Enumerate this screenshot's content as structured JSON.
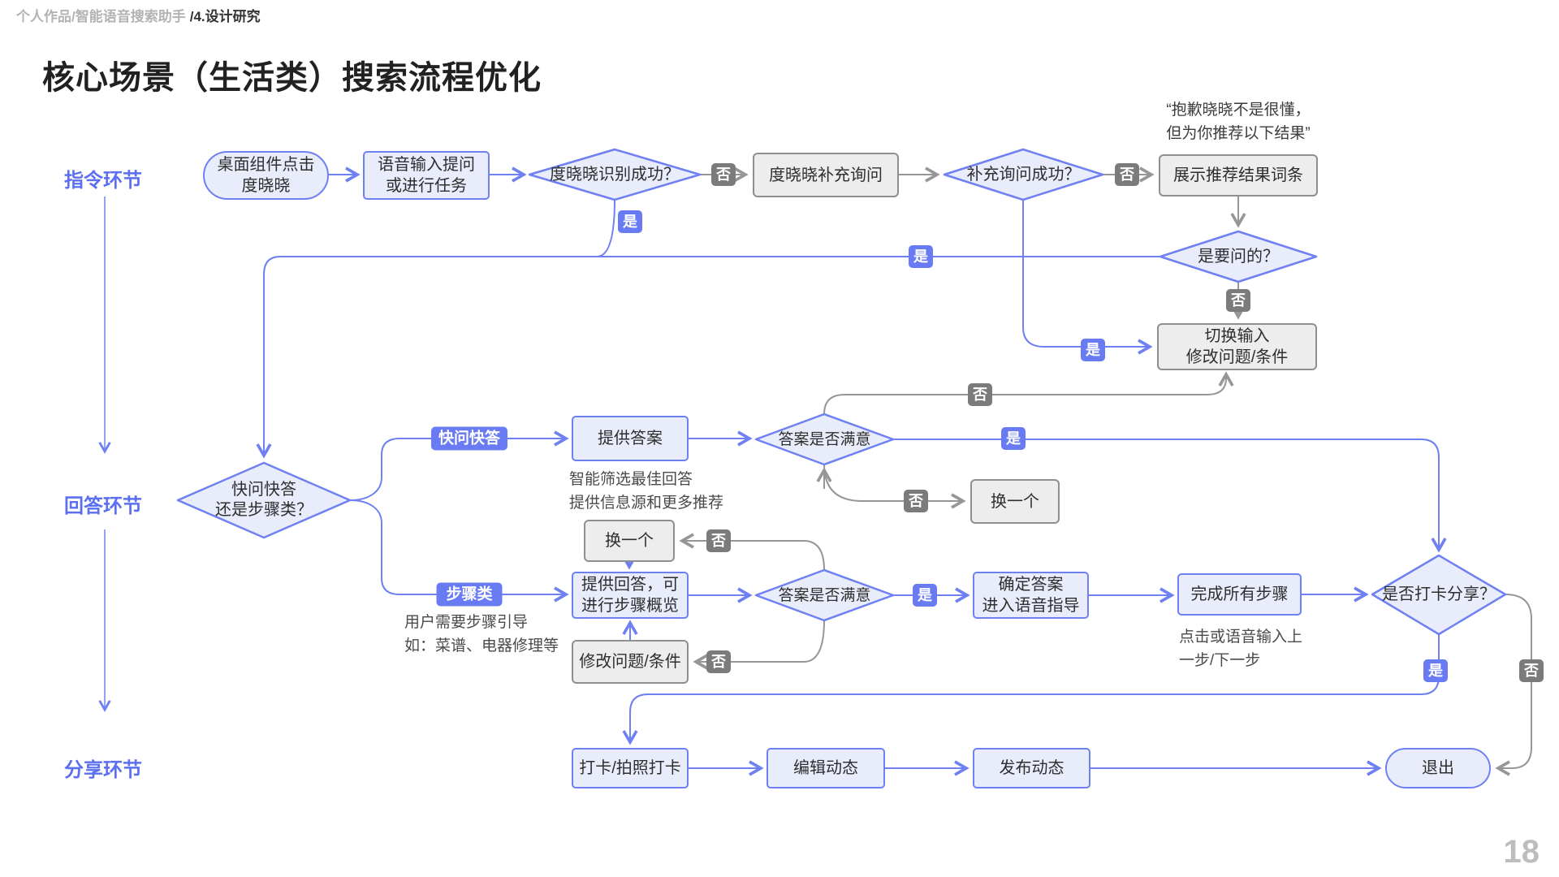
{
  "breadcrumb": {
    "muted": "个人作品/智能语音搜索助手",
    "current": "/4.设计研究"
  },
  "title": "核心场景（生活类）搜索流程优化",
  "page_number": "18",
  "stages": {
    "s1": "指令环节",
    "s2": "回答环节",
    "s3": "分享环节"
  },
  "labels": {
    "yes": "是",
    "no": "否",
    "fast": "快问快答",
    "step": "步骤类"
  },
  "nodes": {
    "start": {
      "lines": [
        "桌面组件点击",
        "度晓晓"
      ]
    },
    "voice_input": {
      "lines": [
        "语音输入提问",
        "或进行任务"
      ]
    },
    "d_recognize": {
      "label": "度晓晓识别成功？"
    },
    "supplement": {
      "label": "度晓晓补充询问"
    },
    "d_supplement": {
      "label": "补充询问成功？"
    },
    "show_results": {
      "label": "展示推荐结果词条"
    },
    "d_intended": {
      "label": "是要问的？"
    },
    "switch_input": {
      "lines": [
        "切换输入",
        "修改问题/条件"
      ]
    },
    "d_type": {
      "lines": [
        "快问快答",
        "还是步骤类？"
      ]
    },
    "provide_answer": {
      "label": "提供答案"
    },
    "d_satisfy1": {
      "label": "答案是否满意"
    },
    "change1": {
      "label": "换一个"
    },
    "change2": {
      "label": "换一个"
    },
    "provide_reply": {
      "lines": [
        "提供回答，可",
        "进行步骤概览"
      ]
    },
    "d_satisfy2": {
      "label": "答案是否满意"
    },
    "modify": {
      "label": "修改问题/条件"
    },
    "confirm_answer": {
      "lines": [
        "确定答案",
        "进入语音指导"
      ]
    },
    "complete_steps": {
      "label": "完成所有步骤"
    },
    "d_share": {
      "label": "是否打卡分享？"
    },
    "checkin": {
      "label": "打卡/拍照打卡"
    },
    "edit_post": {
      "label": "编辑动态"
    },
    "publish_post": {
      "label": "发布动态"
    },
    "exit": {
      "label": "退出"
    }
  },
  "annotations": {
    "quote": {
      "lines": [
        "“抱歉晓晓不是很懂，",
        "但为你推荐以下结果”"
      ]
    },
    "answer_note": {
      "lines": [
        "智能筛选最佳回答",
        "提供信息源和更多推荐"
      ]
    },
    "step_note": {
      "lines": [
        "用户需要步骤引导",
        "如：菜谱、电器修理等"
      ]
    },
    "steps_note": {
      "lines": [
        "点击或语音输入上",
        "一步/下一步"
      ]
    }
  },
  "colors": {
    "accent_blue": "#6e80f2",
    "node_fill_blue": "#e9edfb",
    "gray_stroke": "#8f8f8f",
    "node_fill_gray": "#ededed",
    "badge_blue": "#687bf2",
    "badge_gray": "#7b7b7b",
    "stage_label_blue": "#5b6ff0"
  }
}
